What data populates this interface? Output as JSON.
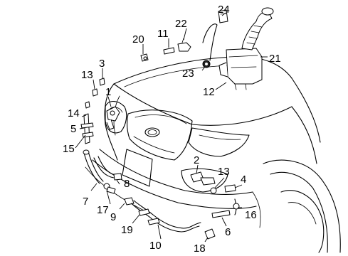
{
  "callouts": {
    "c1": "1",
    "c2": "2",
    "c3": "3",
    "c4": "4",
    "c5": "5",
    "c6": "6",
    "c7": "7",
    "c8": "8",
    "c9": "9",
    "c10": "10",
    "c11": "11",
    "c12": "12",
    "c13a": "13",
    "c13b": "13",
    "c14": "14",
    "c15": "15",
    "c16": "16",
    "c17": "17",
    "c18": "18",
    "c19": "19",
    "c20": "20",
    "c21": "21",
    "c22": "22",
    "c23": "23",
    "c24": "24"
  }
}
